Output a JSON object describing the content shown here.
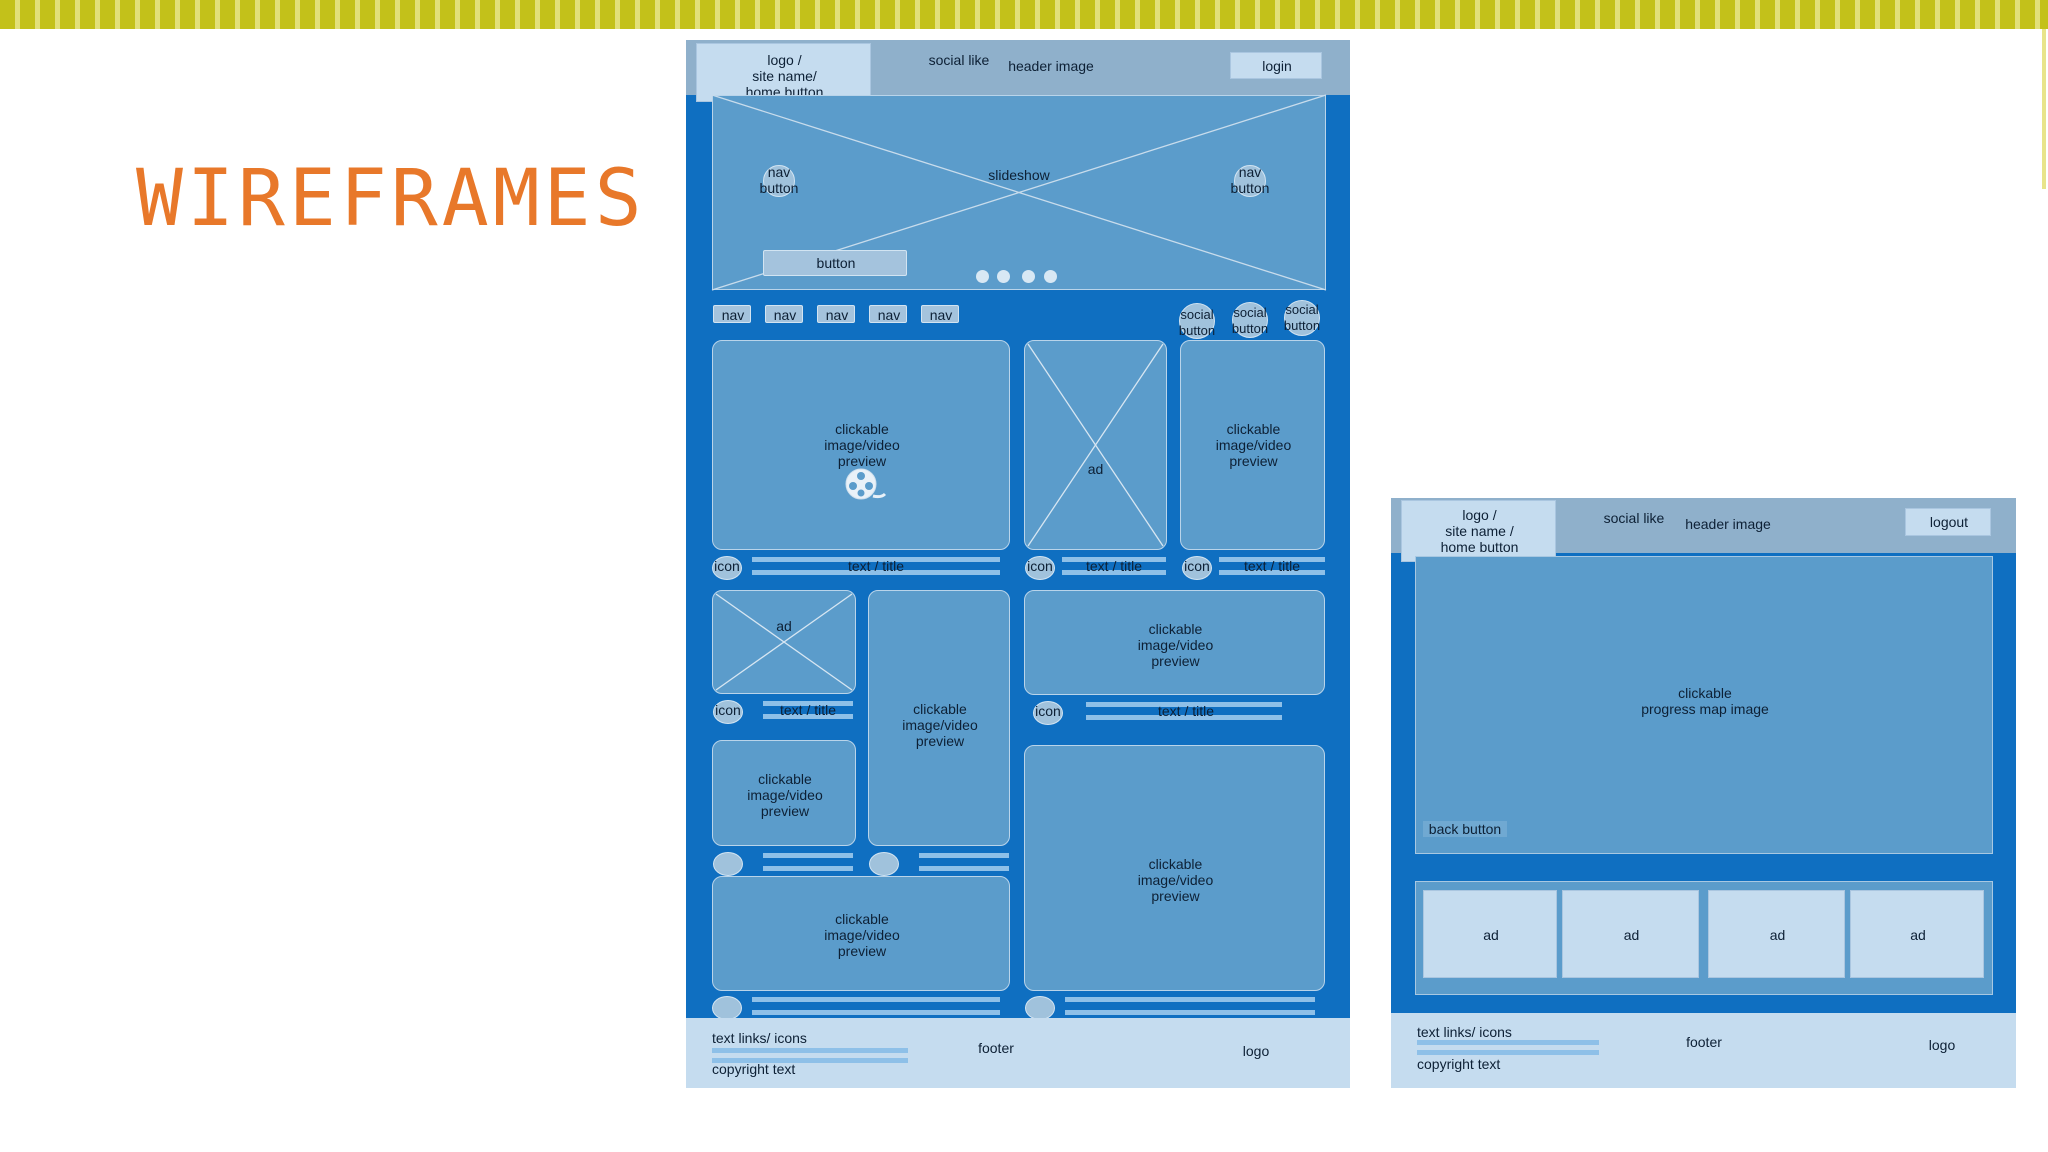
{
  "slide_title": "WIREFRAMES",
  "colors": {
    "accent": "#e8782a",
    "frame_blue": "#0f6fc1",
    "panel_blue": "#5b9ccb",
    "header_gray": "#8fb0cb",
    "light_panel": "#c5dcef",
    "stripe": "#c3c11a"
  },
  "desktop": {
    "header": {
      "logo": "logo /\nsite name/\nhome button",
      "social": "social like",
      "header_image": "header image",
      "login": "login"
    },
    "slideshow": {
      "label": "slideshow",
      "nav_left": "nav\nbutton",
      "nav_right": "nav\nbutton",
      "button": "button"
    },
    "nav_items": [
      "nav",
      "nav",
      "nav",
      "nav",
      "nav"
    ],
    "social_buttons": [
      "social\nbutton",
      "social\nbutton",
      "social\nbutton"
    ],
    "preview_label": "clickable\nimage/video\npreview",
    "ad": "ad",
    "icon": "icon",
    "text_title": "text / title",
    "film_icon": "film-reel-icon",
    "footer": {
      "links": "text links/ icons",
      "copyright": "copyright text",
      "footer": "footer",
      "logo": "logo"
    }
  },
  "mobile": {
    "header": {
      "logo": "logo /\nsite name /\nhome button",
      "social": "social like",
      "header_image": "header image",
      "logout": "logout"
    },
    "map": "clickable\nprogress map image",
    "back": "back button",
    "ads": [
      "ad",
      "ad",
      "ad",
      "ad"
    ],
    "footer": {
      "links": "text links/ icons",
      "copyright": "copyright text",
      "footer": "footer",
      "logo": "logo"
    }
  }
}
